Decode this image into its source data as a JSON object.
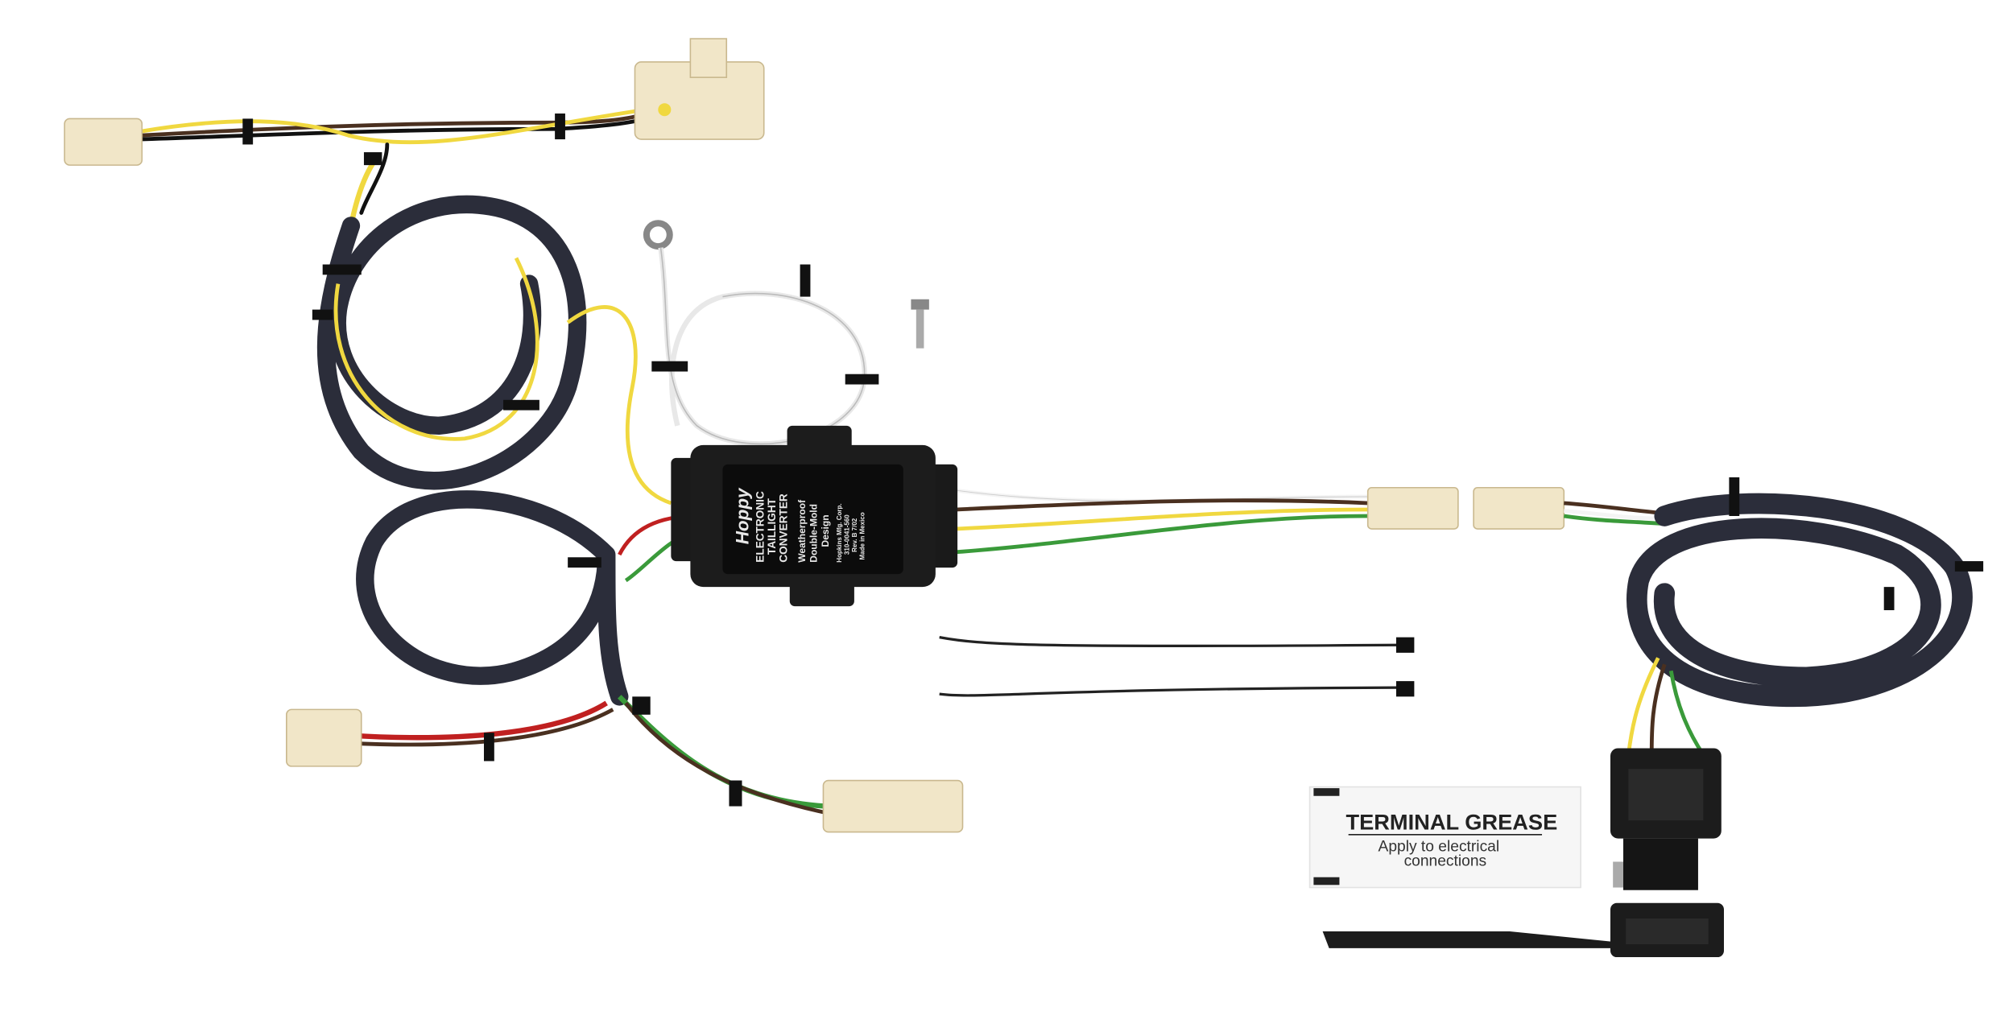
{
  "product": {
    "converter": {
      "brand": "Hoppy",
      "title_lines": [
        "ELECTRONIC",
        "TAILLIGHT",
        "CONVERTER"
      ],
      "feature_lines": [
        "Weatherproof",
        "Double-Mold",
        "Design"
      ],
      "maker_lines": [
        "Hopkins Mfg. Corp.",
        "310-0041-560",
        "Rev. B 7/02",
        "Made in Mexico"
      ]
    },
    "grease_packet": {
      "title": "TERMINAL GREASE",
      "subtitle_lines": [
        "Apply to electrical",
        "connections"
      ]
    }
  },
  "colors": {
    "background": "#ffffff",
    "loom": "#2b2d3a",
    "converter_body": "#1c1c1c",
    "connector": "#f1e6c8",
    "wire_yellow": "#f0d840",
    "wire_green": "#3a9a3a",
    "wire_brown": "#4a3020",
    "wire_white": "#f4f4f4",
    "wire_red": "#c02020"
  }
}
